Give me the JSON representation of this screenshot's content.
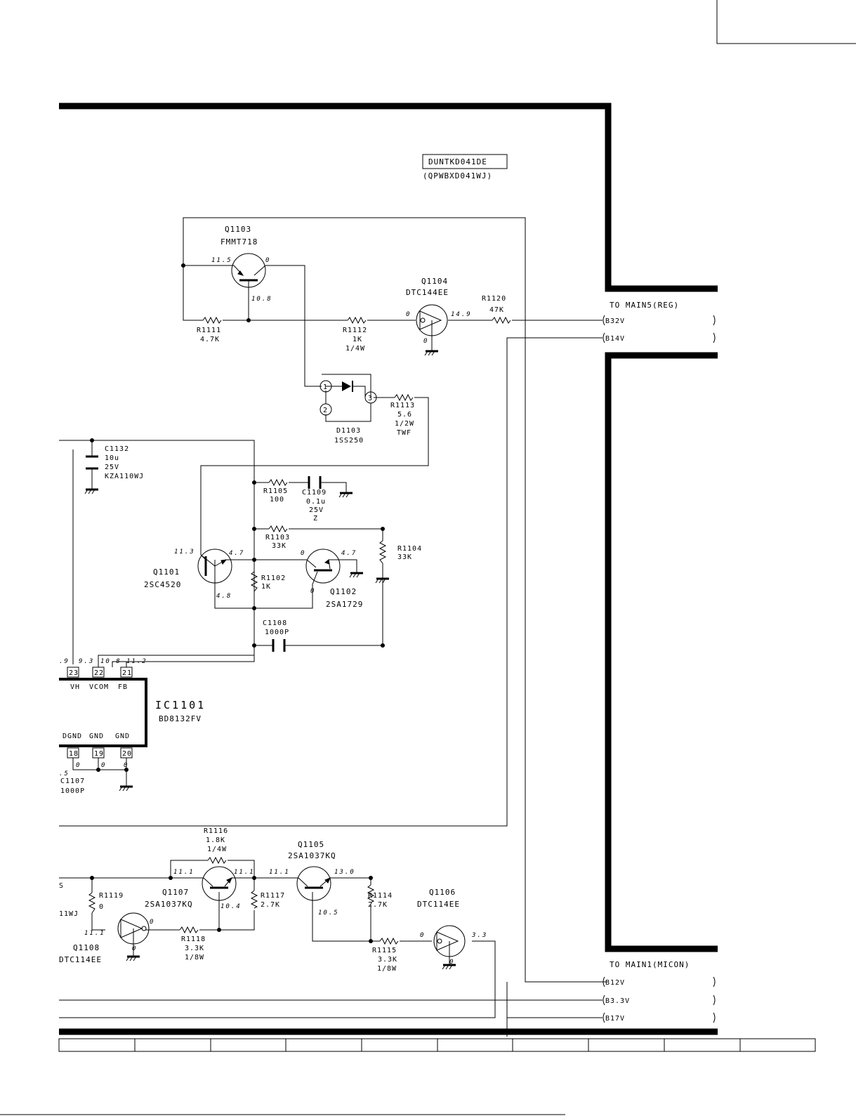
{
  "board": {
    "part_no": "DUNTKD041DE",
    "pwb_no": "(QPWBXD041WJ)"
  },
  "connectors": {
    "main5": {
      "title": "TO MAIN5(REG)",
      "pins": [
        "B32V",
        "B14V"
      ]
    },
    "main1": {
      "title": "TO MAIN1(MICON)",
      "pins": [
        "B12V",
        "B3.3V",
        "B17V"
      ]
    }
  },
  "ic": {
    "ref": "IC1101",
    "part": "BD8132FV",
    "top_pins": [
      {
        "num": "23",
        "name": "VH",
        "voltage": "9.3"
      },
      {
        "num": "22",
        "name": "VCOM",
        "voltage": "10.8"
      },
      {
        "num": "21",
        "name": "FB",
        "voltage": "11.2"
      }
    ],
    "top_pin_left_voltage": ".9",
    "bottom_pins": [
      {
        "num": "18",
        "name": "DGND",
        "voltage": "0"
      },
      {
        "num": "19",
        "name": "GND",
        "voltage": "0"
      },
      {
        "num": "20",
        "name": "GND",
        "voltage": "0"
      }
    ],
    "bottom_left_voltage": ".5"
  },
  "transistors": [
    {
      "ref": "Q1103",
      "part": "FMMT718",
      "v_emitter": "11.5",
      "v_collector": "0",
      "v_base": "10.8"
    },
    {
      "ref": "Q1104",
      "part": "DTC144EE",
      "v_in": "0",
      "v_out": "14.9",
      "v_gnd": "0"
    },
    {
      "ref": "Q1101",
      "part": "2SC4520",
      "v_collector": "11.3",
      "v_emitter": "4.7",
      "v_base": "4.8"
    },
    {
      "ref": "Q1102",
      "part": "2SA1729",
      "v_base": "0",
      "v_emitter": "4.7",
      "v_collector": "0"
    },
    {
      "ref": "Q1107",
      "part": "2SA1037KQ",
      "v_emitter": "11.1",
      "v_base": "11.1",
      "v_collector": "10.4"
    },
    {
      "ref": "Q1105",
      "part": "2SA1037KQ",
      "v_base": "11.1",
      "v_emitter": "13.0",
      "v_collector": "10.5"
    },
    {
      "ref": "Q1106",
      "part": "DTC114EE",
      "v_in": "0",
      "v_out": "3.3",
      "v_gnd": "0"
    },
    {
      "ref": "Q1108",
      "part": "DTC114EE",
      "v_in": "11.1",
      "v_out": "0",
      "v_gnd": "0"
    }
  ],
  "resistors": [
    {
      "ref": "R1111",
      "lines": [
        "4.7K"
      ]
    },
    {
      "ref": "R1112",
      "lines": [
        "1K",
        "1/4W"
      ]
    },
    {
      "ref": "R1120",
      "lines": [
        "47K"
      ]
    },
    {
      "ref": "R1113",
      "lines": [
        "5.6",
        "1/2W",
        "TWF"
      ]
    },
    {
      "ref": "R1105",
      "lines": [
        "100"
      ]
    },
    {
      "ref": "R1103",
      "lines": [
        "33K"
      ]
    },
    {
      "ref": "R1104",
      "lines": [
        "33K"
      ]
    },
    {
      "ref": "R1102",
      "lines": [
        "1K"
      ]
    },
    {
      "ref": "R1116",
      "lines": [
        "1.8K",
        "1/4W"
      ]
    },
    {
      "ref": "R1119",
      "lines": [
        "0"
      ]
    },
    {
      "ref": "R1117",
      "lines": [
        "2.7K"
      ]
    },
    {
      "ref": "R1118",
      "lines": [
        "3.3K",
        "1/8W"
      ]
    },
    {
      "ref": "R1114",
      "lines": [
        "2.7K"
      ]
    },
    {
      "ref": "R1115",
      "lines": [
        "3.3K",
        "1/8W"
      ]
    }
  ],
  "capacitors": [
    {
      "ref": "C1132",
      "lines": [
        "10u",
        "25V",
        "KZA110WJ"
      ]
    },
    {
      "ref": "C1109",
      "lines": [
        "0.1u",
        "25V",
        "Z"
      ]
    },
    {
      "ref": "C1108",
      "lines": [
        "1000P"
      ]
    },
    {
      "ref": "C1107",
      "lines": [
        "1000P"
      ]
    }
  ],
  "diode": {
    "ref": "D1103",
    "part": "1SS250",
    "pins": [
      "1",
      "2",
      "3"
    ]
  },
  "edge_fragments": {
    "left_s": "S",
    "left_11wj": "11WJ"
  }
}
